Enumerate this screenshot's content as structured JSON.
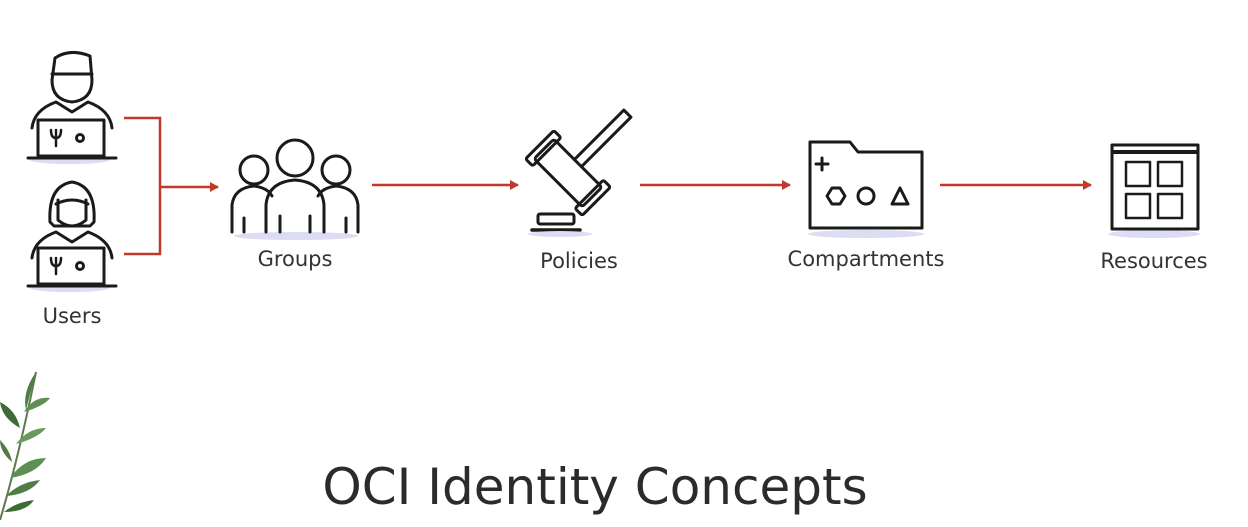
{
  "title": "OCI Identity Concepts",
  "nodes": {
    "users": "Users",
    "groups": "Groups",
    "policies": "Policies",
    "compartments": "Compartments",
    "resources": "Resources"
  },
  "colors": {
    "arrow": "#c0392b",
    "icon": "#1a1a1a",
    "leaf": "#4f7d45",
    "shadow": "#dcdcf3"
  },
  "icons": [
    "user-male-laptop-icon",
    "user-female-laptop-icon",
    "group-icon",
    "gavel-icon",
    "folder-shapes-icon",
    "grid-window-icon",
    "leaf-decoration"
  ]
}
